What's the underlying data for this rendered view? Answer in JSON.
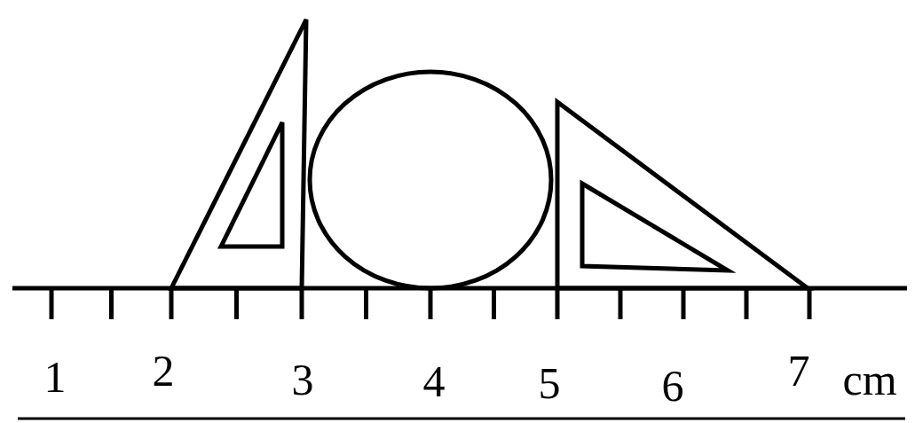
{
  "diagram": {
    "labels": [
      "1",
      "2",
      "3",
      "4",
      "5",
      "6",
      "7",
      "cm"
    ]
  }
}
